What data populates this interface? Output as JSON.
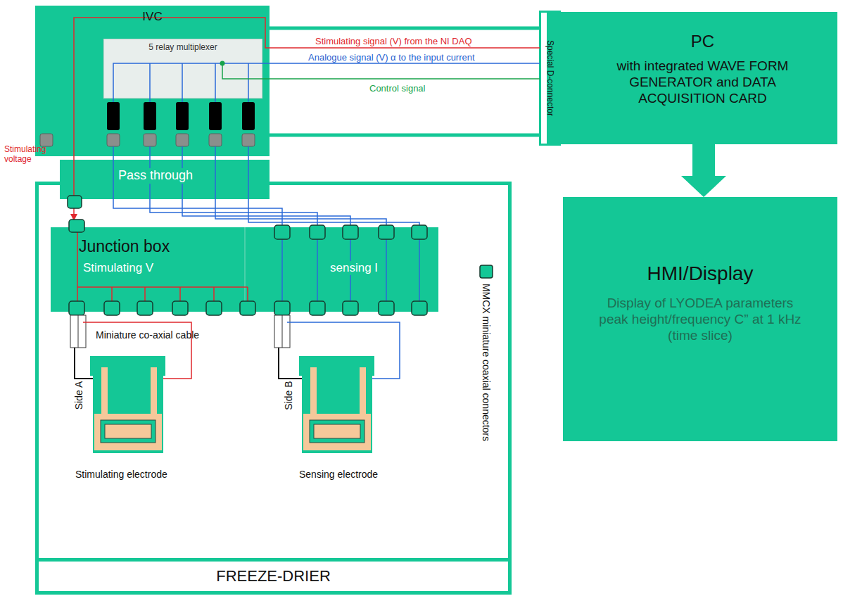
{
  "diagram": {
    "nodes": [
      {
        "text": [
          "IVC"
        ]
      },
      {
        "text": [
          "5 relay multiplexer"
        ],
        "in": 0
      },
      {
        "text": [
          "Special D-connector"
        ]
      },
      {
        "text": [
          "PC",
          "with integrated WAVE FORM GENERATOR and DATA ACQUISITION CARD"
        ]
      },
      {
        "text": [
          "Pass through"
        ]
      },
      {
        "text": [
          "FREEZE-DRIER"
        ]
      },
      {
        "text": [
          "Junction box",
          "Stimulating V",
          "sensing I"
        ],
        "in": 5
      },
      {
        "text": [
          "HMI/Display",
          "Display of LYODEA parameters peak height/frequency C” at 1 kHz (time slice)"
        ]
      }
    ],
    "edges": [
      {
        "from": 0,
        "to": 2,
        "arrow": "none"
      },
      {
        "from": 3,
        "to": 7,
        "arrow": "to"
      }
    ],
    "labels": [
      "Stimulating voltage",
      "Stimulating signal (V) from the NI DAQ",
      "Analogue signal (V) α to the input current",
      "Control signal",
      "Miniature co-axial cable",
      "Side A",
      "Side B",
      "Stimulating electrode",
      "Sensing electrode"
    ],
    "legend": [
      {
        "text": "MMCX miniature coaxial connectors"
      }
    ]
  }
}
